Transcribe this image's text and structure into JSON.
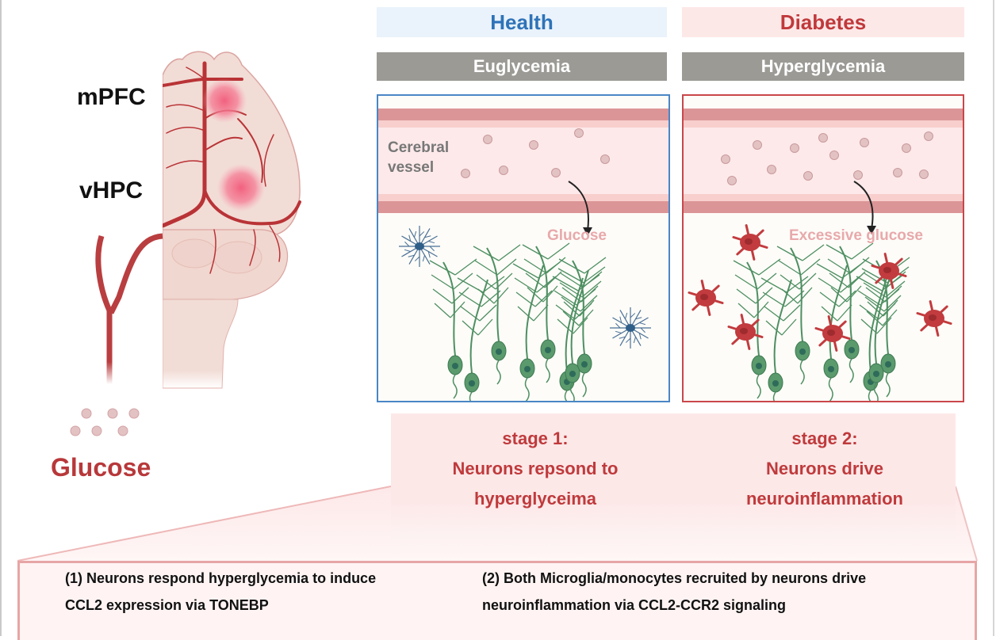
{
  "brain": {
    "region_labels": [
      "mPFC",
      "vHPC"
    ],
    "glucose_label": "Glucose"
  },
  "conditions": {
    "health": {
      "label": "Health",
      "state": "Euglycemia",
      "color": "#2e73b8"
    },
    "diabetes": {
      "label": "Diabetes",
      "state": "Hyperglycemia",
      "color": "#c0393b"
    }
  },
  "panels": {
    "health": {
      "vessel_label": "Cerebral\nvessel",
      "glucose_label": "Glucose",
      "glial_cell_type": "resting microglia",
      "neuron_count": 8,
      "glial_count": 2
    },
    "diabetes": {
      "glucose_label": "Excessive glucose",
      "glial_cell_type": "activated microglia/monocytes",
      "neuron_count": 8,
      "glial_count": 6
    }
  },
  "stages": [
    {
      "title": "stage 1:",
      "line1": "Neurons repsond to",
      "line2": "hyperglyceima"
    },
    {
      "title": "stage 2:",
      "line1": "Neurons drive",
      "line2": "neuroinflammation"
    }
  ],
  "details": [
    {
      "line1": "(1) Neurons respond hyperglycemia to induce",
      "line2": "CCL2 expression via TONEBP"
    },
    {
      "line1": "(2) Both Microglia/monocytes recruited by neurons drive",
      "line2": "neuroinflammation  via CCL2-CCR2 signaling"
    }
  ],
  "colors": {
    "vessel_wall": "#dc9597",
    "vessel_lumen": "#fde9ea",
    "glucose_dot": "#e3bcbd",
    "neuron": "#4e8f62",
    "resting_glia": "#4a6f96",
    "active_glia": "#c23b3e"
  }
}
